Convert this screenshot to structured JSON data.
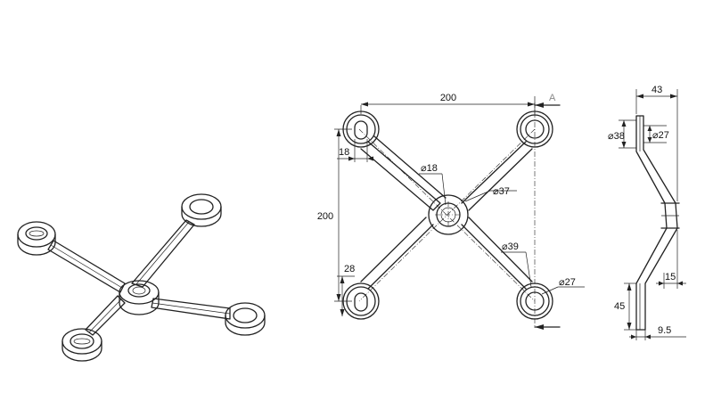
{
  "diagram": {
    "type": "technical-drawing",
    "views": [
      "isometric",
      "front",
      "side"
    ],
    "front_view": {
      "dims": {
        "width": "200",
        "height": "200",
        "hole_offset_top": "18",
        "hole_offset_bottom": "28",
        "hub_bore": "⌀18",
        "hub_outer": "⌀37",
        "pad_outer": "⌀39",
        "pad_hole": "⌀27"
      },
      "section_mark": "A"
    },
    "side_view": {
      "dims": {
        "depth": "43",
        "pad_outer": "⌀38",
        "pad_inner": "⌀27",
        "offset": "15",
        "pad_height": "45",
        "pad_thickness": "9.5"
      }
    },
    "colors": {
      "line": "#222222",
      "background": "#ffffff"
    }
  }
}
